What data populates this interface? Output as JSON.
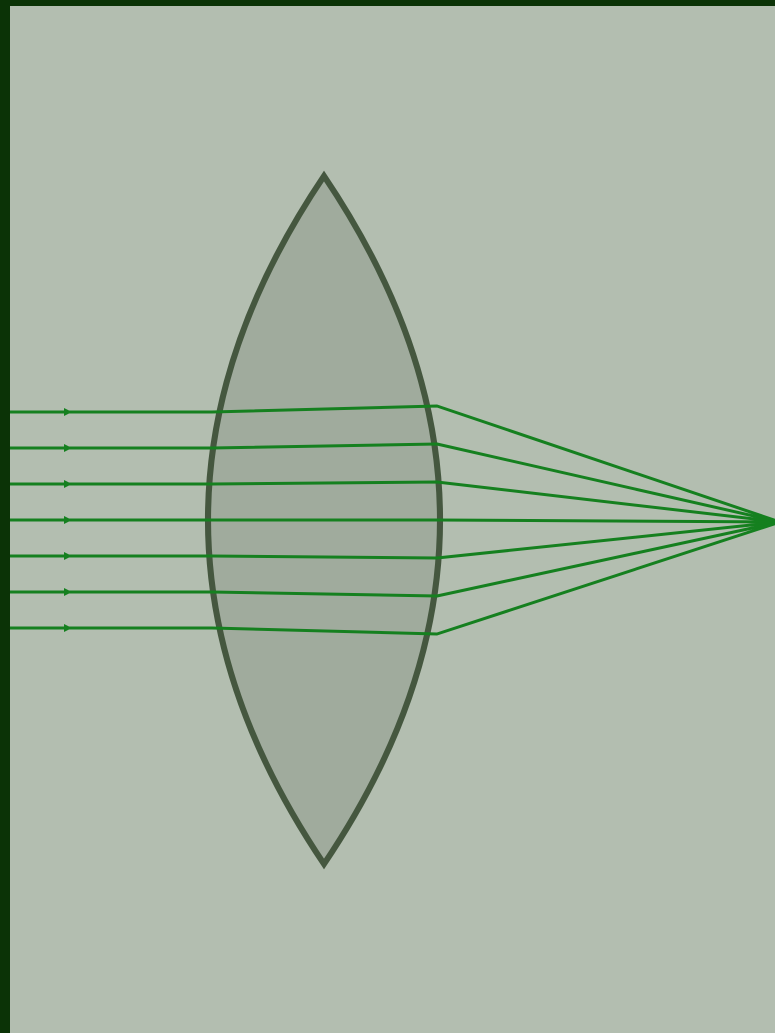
{
  "colors": {
    "border": "#0b3306",
    "background": "#b3beb0",
    "lens_fill": "#a0ab9d",
    "lens_outline": "#45573f",
    "ray": "#15801f"
  },
  "diagram": {
    "type": "converging-lens-ray-diagram",
    "lens_shape": "biconvex",
    "incoming_rays": "parallel",
    "ray_count": 7,
    "rays_converge_to": "focal-point"
  }
}
